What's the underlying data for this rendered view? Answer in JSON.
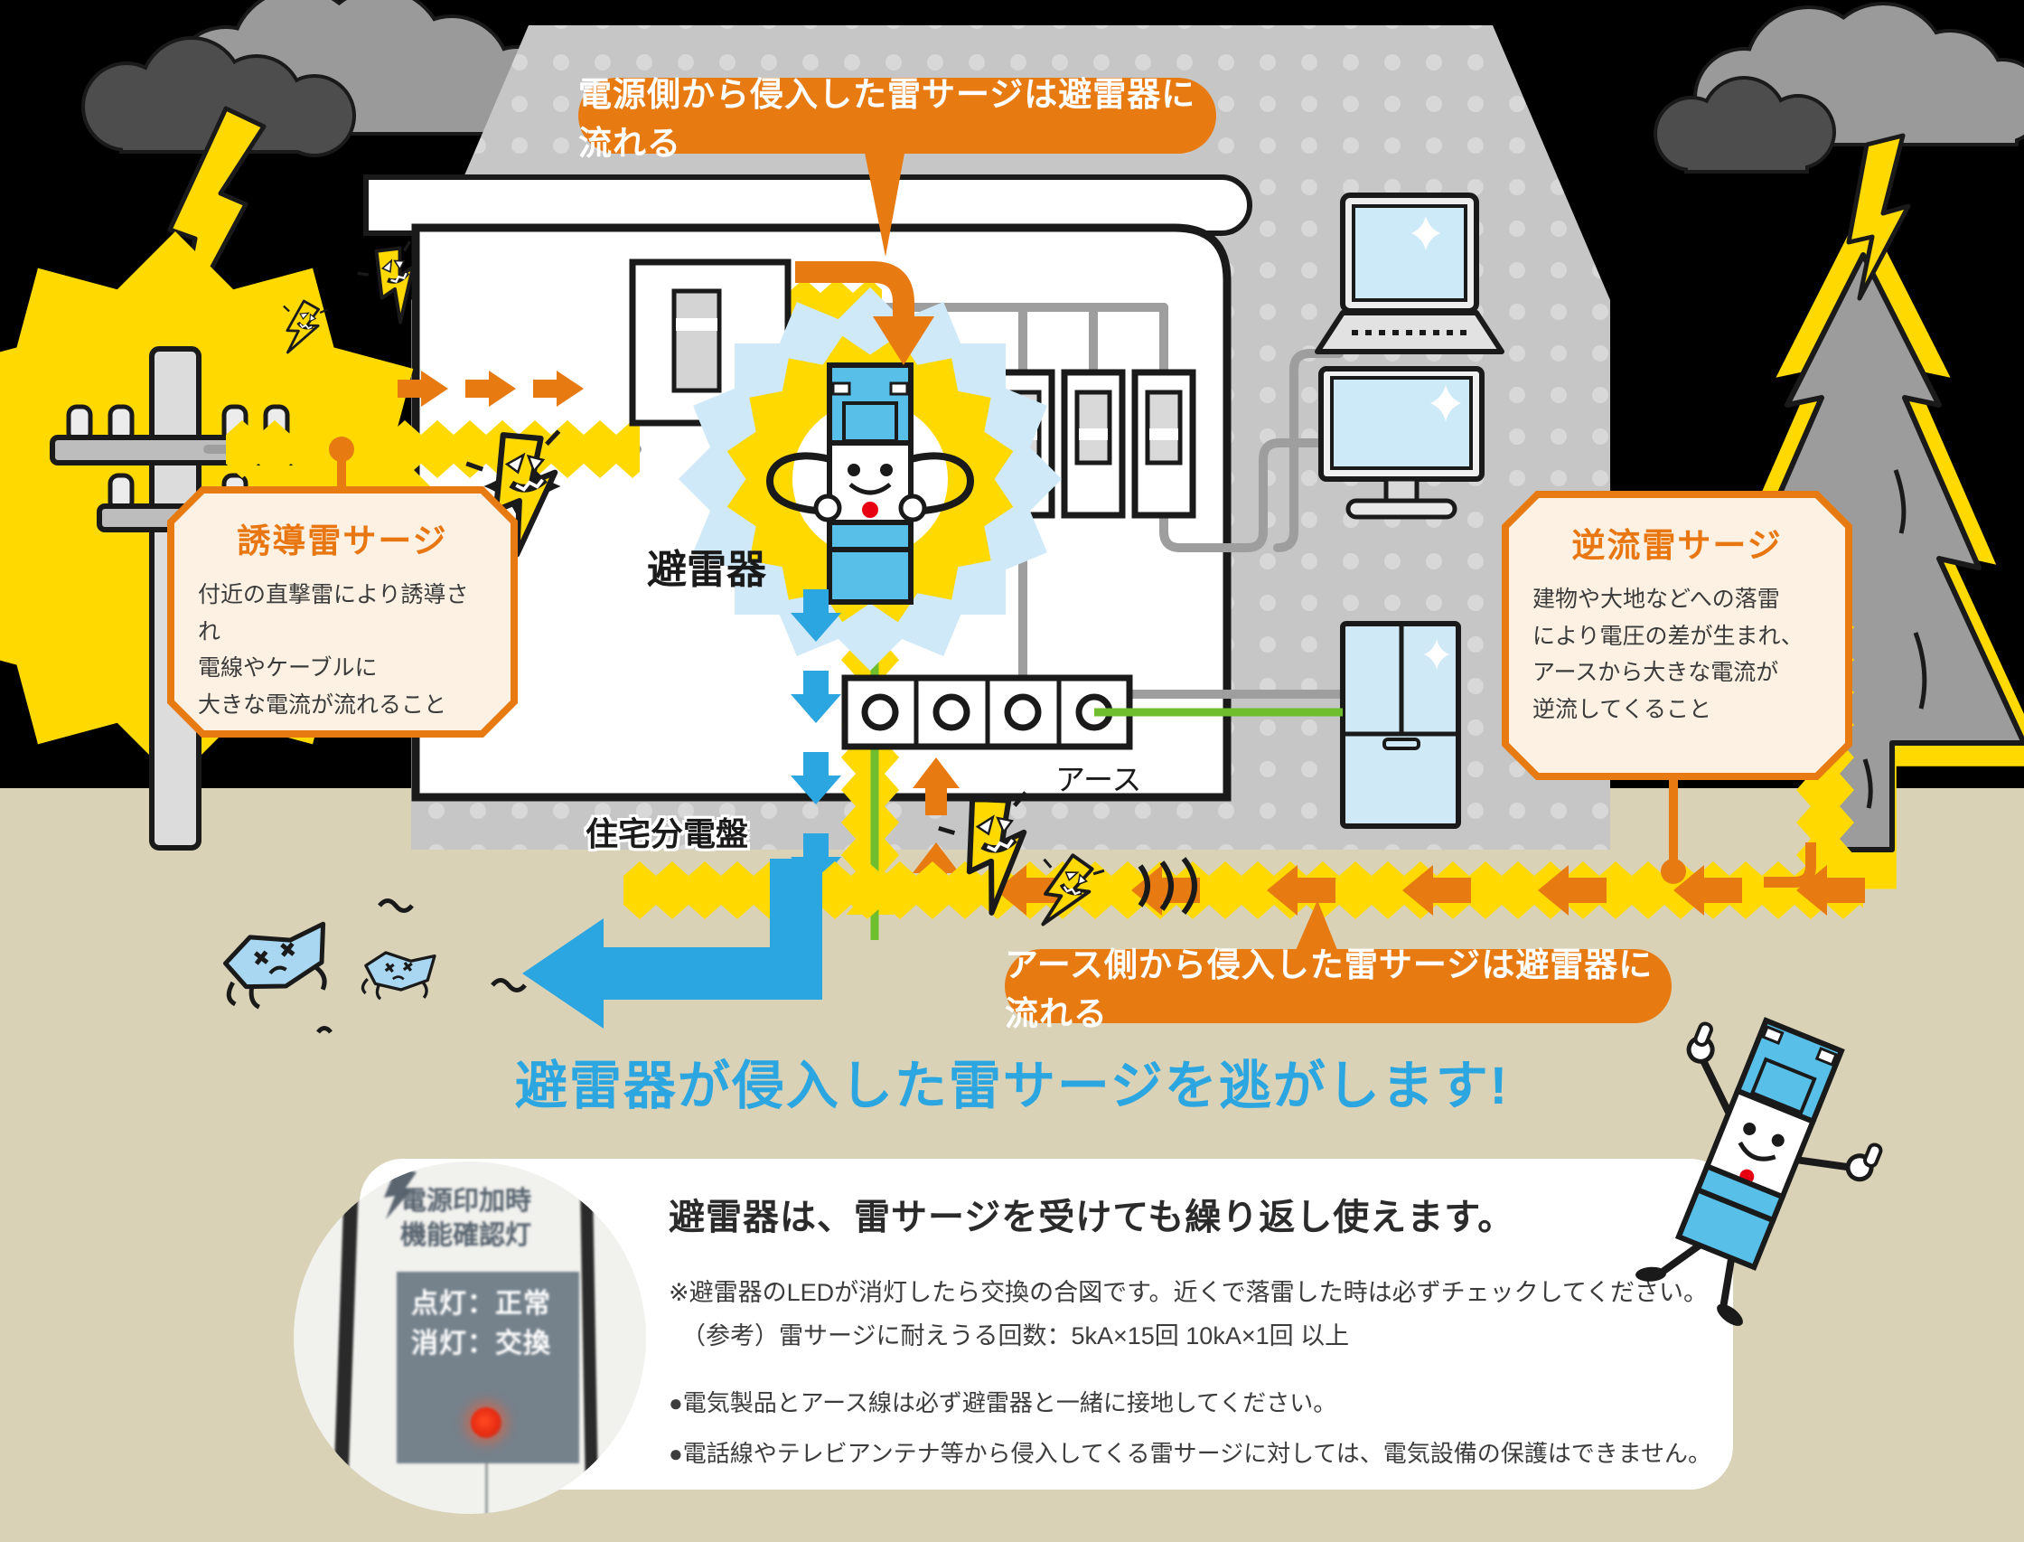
{
  "callouts": {
    "power_side": "電源側から侵入した雷サージは避雷器に流れる",
    "earth_side": "アース側から侵入した雷サージは避雷器に流れる"
  },
  "induced_box": {
    "title": "誘導雷サージ",
    "lines": [
      "付近の直撃雷により誘導され",
      "電線やケーブルに",
      "大きな電流が流れること"
    ]
  },
  "backflow_box": {
    "title": "逆流雷サージ",
    "lines": [
      "建物や大地などへの落雷",
      "により電圧の差が生まれ、",
      "アースから大きな電流が",
      "逆流してくること"
    ]
  },
  "labels": {
    "arrester": "避雷器",
    "earth": "アース",
    "panel": "住宅分電盤"
  },
  "headline": {
    "text": "避雷器が侵入した雷サージを逃がします!"
  },
  "led_photo": {
    "label_line1": "電源印加時",
    "label_line2": "機能確認灯",
    "on_label": "点灯：正常",
    "off_label": "消灯：交換"
  },
  "info_panel": {
    "heading": "避雷器は、雷サージを受けても繰り返し使えます。",
    "note1": "※避雷器のLEDが消灯したら交換の合図です。近くで落雷した時は必ずチェックしてください。",
    "note2": "（参考）雷サージに耐えうる回数：5kA×15回 10kA×1回 以上",
    "bullet1": "●電気製品とアース線は必ず避雷器と一緒に接地してください。",
    "bullet2": "●電話線やテレビアンテナ等から侵入してくる雷サージに対しては、電気設備の保護はできません。"
  },
  "colors": {
    "accent_orange": "#e87a12",
    "accent_blue": "#2ca6e0",
    "surge_yellow": "#ffd900",
    "earth_green": "#6fbe2d",
    "ground_tan": "#d9d2b6",
    "sky_black": "#000000",
    "house_gray": "#c6c6c6",
    "led_red": "#e82c12"
  },
  "icons": {
    "lightning-bolt-icon": "⚡",
    "sparkle-icon": "✦",
    "cloud-icon": "☁",
    "arrow-right-icon": "→",
    "arrow-left-icon": "←",
    "arrow-down-icon": "↓",
    "arrow-up-icon": "↑"
  }
}
